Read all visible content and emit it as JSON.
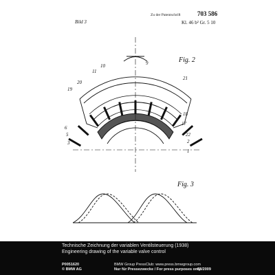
{
  "header": {
    "bild": "Bild 3",
    "patent_label": "Zu der Patentschrift",
    "patent_number": "703 586",
    "class_code": "Kl. 46 b² Gr. 5 10"
  },
  "figures": {
    "fig2_label": "Fig. 2",
    "fig3_label": "Fig. 3",
    "callouts": [
      "10",
      "9",
      "11",
      "21",
      "20",
      "19",
      "18",
      "17",
      "6",
      "5",
      "3",
      "22",
      "2",
      "1"
    ]
  },
  "caption": {
    "german": "Technische Zeichnung der variablen Ventilsteuerung (1938)",
    "english": "Engineering drawing of the variable valve control",
    "photo_id": "P0051620",
    "copyright": "© BMW AG",
    "press_club": "BMW Group PressClub: www.press.bmwgroup.com",
    "press_only": "Nur für Pressezwecke / For press purposes only",
    "date": "03/2009"
  }
}
